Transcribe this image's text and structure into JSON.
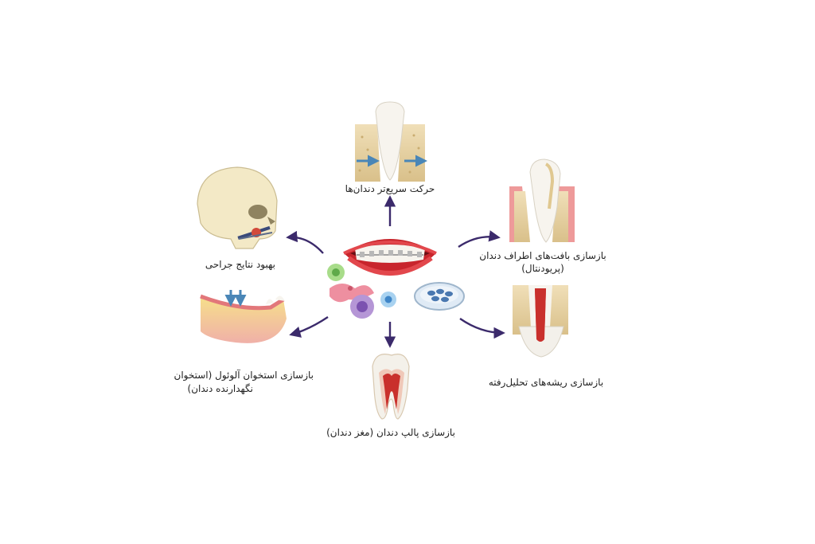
{
  "labels": {
    "top": "حرکت سریع‌تر دندان‌ها",
    "left_top": "بهبود نتایج جراحی",
    "right_top_1": "بازسازی بافت‌های اطراف دندان",
    "right_top_2": "(پریودنتال)",
    "left_bottom_1": "بازسازی استخوان آلوئول (استخوان",
    "left_bottom_2": "نگهدارنده دندان)",
    "bottom": "بازسازی پالپ دندان (مغز دندان)",
    "right_bottom": "بازسازی ریشه‌های تحلیل‌رفته"
  },
  "colors": {
    "arrow": "#3b2a6b",
    "bone": "#e6d3a6",
    "gum": "#e98a86",
    "enamel": "#f4f1ea",
    "pulp": "#c9302c",
    "blue_arrow": "#4a86b7"
  }
}
